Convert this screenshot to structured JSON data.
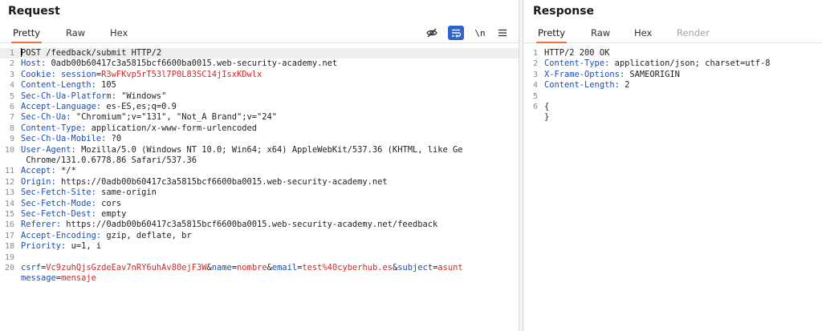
{
  "request": {
    "title": "Request",
    "tabs": [
      "Pretty",
      "Raw",
      "Hex"
    ],
    "active_tab": "Pretty",
    "toolbar_icons": [
      "eye-off-icon",
      "wrap-lines-icon",
      "newline-icon",
      "hamburger-menu-icon"
    ],
    "newline_label": "\\n",
    "lines": [
      {
        "n": "1",
        "t": "POST /feedback/submit HTTP/2"
      },
      {
        "n": "2",
        "hn": "Host:",
        "hv": " 0adb00b60417c3a5815bcf6600ba0015.web-security-academy.net"
      },
      {
        "n": "3",
        "hn": "Cookie:",
        "cn": " session",
        "cv": "R3wFKvp5rT53l7P0L83SC14jIsxKDwlx"
      },
      {
        "n": "4",
        "hn": "Content-Length:",
        "hv": " 105"
      },
      {
        "n": "5",
        "hn": "Sec-Ch-Ua-Platform:",
        "hv": " \"Windows\""
      },
      {
        "n": "6",
        "hn": "Accept-Language:",
        "hv": " es-ES,es;q=0.9"
      },
      {
        "n": "7",
        "hn": "Sec-Ch-Ua:",
        "hv": " \"Chromium\";v=\"131\", \"Not_A Brand\";v=\"24\""
      },
      {
        "n": "8",
        "hn": "Content-Type:",
        "hv": " application/x-www-form-urlencoded"
      },
      {
        "n": "9",
        "hn": "Sec-Ch-Ua-Mobile:",
        "hv": " ?0"
      },
      {
        "n": "10",
        "hn": "User-Agent:",
        "hv": " Mozilla/5.0 (Windows NT 10.0; Win64; x64) AppleWebKit/537.36 (KHTML, like Ge"
      },
      {
        "n": "",
        "hv": " Chrome/131.0.6778.86 Safari/537.36"
      },
      {
        "n": "11",
        "hn": "Accept:",
        "hv": " */*"
      },
      {
        "n": "12",
        "hn": "Origin:",
        "hv": " https://0adb00b60417c3a5815bcf6600ba0015.web-security-academy.net"
      },
      {
        "n": "13",
        "hn": "Sec-Fetch-Site:",
        "hv": " same-origin"
      },
      {
        "n": "14",
        "hn": "Sec-Fetch-Mode:",
        "hv": " cors"
      },
      {
        "n": "15",
        "hn": "Sec-Fetch-Dest:",
        "hv": " empty"
      },
      {
        "n": "16",
        "hn": "Referer:",
        "hv": " https://0adb00b60417c3a5815bcf6600ba0015.web-security-academy.net/feedback"
      },
      {
        "n": "17",
        "hn": "Accept-Encoding:",
        "hv": " gzip, deflate, br"
      },
      {
        "n": "18",
        "hn": "Priority:",
        "hv": " u=1, i"
      },
      {
        "n": "19",
        "t": ""
      },
      {
        "n": "20",
        "params": [
          {
            "k": "csrf",
            "v": "Vc9zuhQjsGzdeEav7nRY6uhAv80ejF3W"
          },
          {
            "k": "name",
            "v": "nombre"
          },
          {
            "k": "email",
            "v": "test%40cyberhub.es"
          },
          {
            "k": "subject",
            "v": "asunt"
          }
        ]
      },
      {
        "n": "",
        "params": [
          {
            "k": "message",
            "v": "mensaje",
            "first": true
          }
        ]
      }
    ]
  },
  "response": {
    "title": "Response",
    "tabs": [
      "Pretty",
      "Raw",
      "Hex",
      "Render"
    ],
    "active_tab": "Pretty",
    "lines": [
      {
        "n": "1",
        "t": "HTTP/2 200 OK"
      },
      {
        "n": "2",
        "hn": "Content-Type:",
        "hv": " application/json; charset=utf-8"
      },
      {
        "n": "3",
        "hn": "X-Frame-Options:",
        "hv": " SAMEORIGIN"
      },
      {
        "n": "4",
        "hn": "Content-Length:",
        "hv": " 2"
      },
      {
        "n": "5",
        "t": ""
      },
      {
        "n": "6",
        "t": "{"
      },
      {
        "n": "",
        "t": "}"
      }
    ]
  },
  "colors": {
    "accent": "#e8743b",
    "header_name": "#1b4db8",
    "param_value": "#d12a2a",
    "selected_tool": "#2f64c8"
  }
}
